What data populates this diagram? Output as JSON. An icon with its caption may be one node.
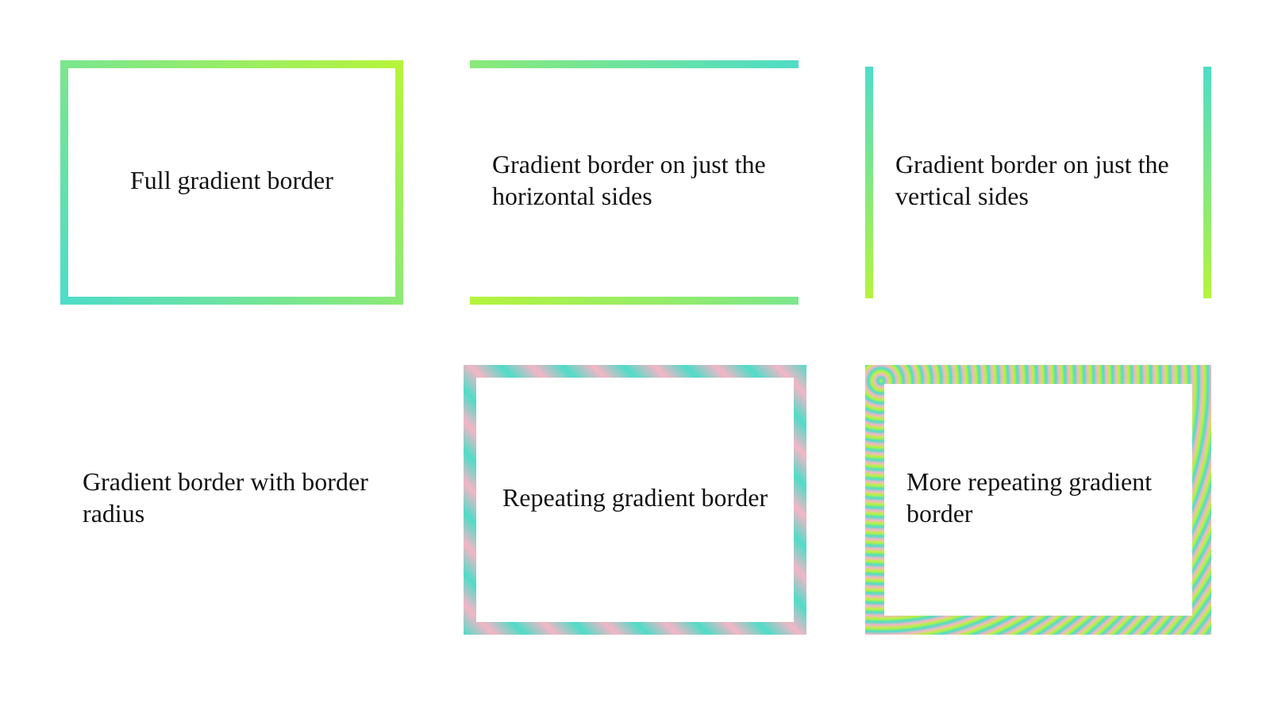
{
  "diagram": {
    "nodes": [
      {
        "text": [
          "Full gradient border"
        ]
      },
      {
        "text": [
          "Gradient border on just the horizontal sides"
        ]
      },
      {
        "text": [
          "Gradient border on just the vertical sides"
        ]
      },
      {
        "text": [
          "Gradient border with border radius"
        ]
      },
      {
        "text": [
          "Repeating gradient border"
        ]
      },
      {
        "text": [
          "More repeating gradient border"
        ]
      }
    ]
  }
}
